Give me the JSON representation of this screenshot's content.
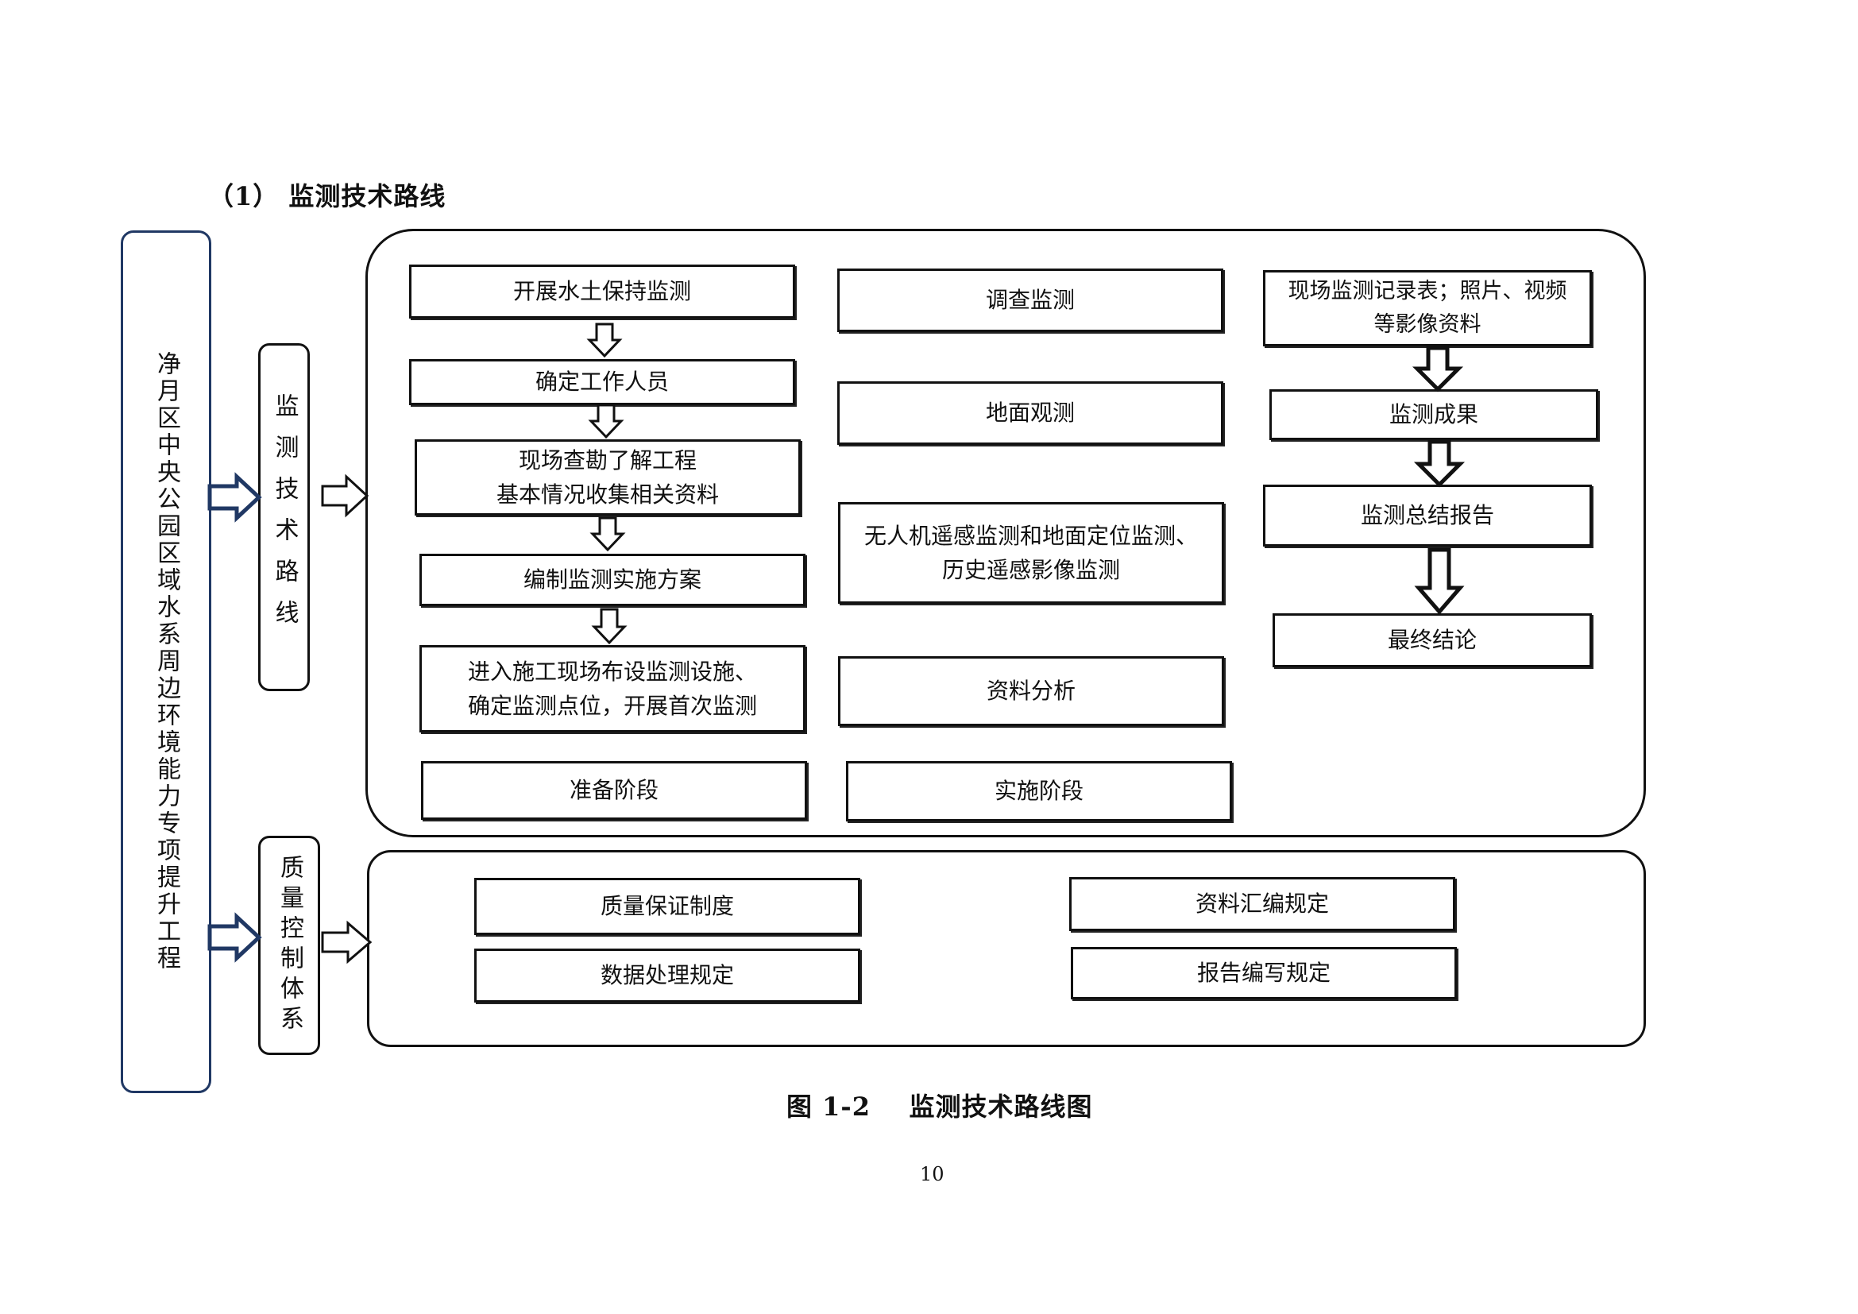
{
  "heading": "（1） 监测技术路线",
  "project": "净月区中央公园区域水系周边环境能力专项提升工程",
  "branches": {
    "technical_route": "监测技术路线",
    "quality_control": "质量控制体系"
  },
  "preparation": {
    "steps": [
      "开展水土保持监测",
      "确定工作人员",
      "现场查勘了解工程\n基本情况收集相关资料",
      "编制监测实施方案",
      "进入施工现场布设监测设施、\n确定监测点位，开展首次监测"
    ],
    "label": "准备阶段"
  },
  "implementation": {
    "steps": [
      "调查监测",
      "地面观测",
      "无人机遥感监测和地面定位监测、\n历史遥感影像监测",
      "资料分析"
    ],
    "label": "实施阶段"
  },
  "results": {
    "steps": [
      "现场监测记录表；照片、视频\n等影像资料",
      "监测成果",
      "监测总结报告",
      "最终结论"
    ]
  },
  "quality": {
    "items": [
      "质量保证制度",
      "数据处理规定",
      "资料汇编规定",
      "报告编写规定"
    ]
  },
  "caption": "图 1-2    监测技术路线图",
  "page_number": "10"
}
